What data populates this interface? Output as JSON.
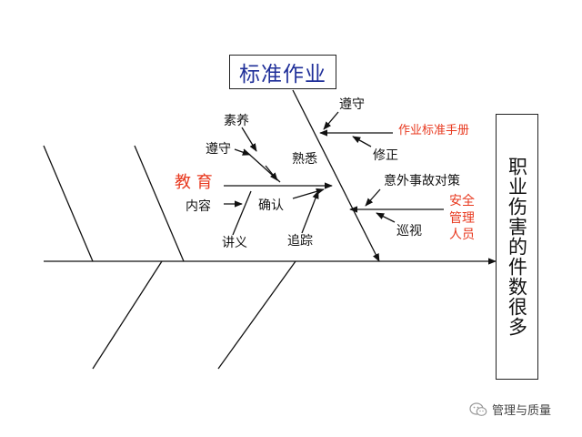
{
  "diagram": {
    "head_category": "标准作业",
    "effect": "职业伤害的件数很多",
    "causes": {
      "zunshou_top": "遵守",
      "manual": "作业标准手册",
      "xiuzheng": "修正",
      "suyang": "素养",
      "zunshou_left": "遵守",
      "shuxi": "熟悉",
      "jiaoyu": "教 育",
      "yiwai": "意外事故对策",
      "neirong": "内容",
      "queren": "确认",
      "anquan_1": "安全",
      "anquan_2": "管理",
      "anquan_3": "人员",
      "xunshi": "巡视",
      "jiangyi": "讲义",
      "zhuizong": "追踪"
    }
  },
  "watermark": {
    "text": "管理与质量",
    "icon": "wechat-icon"
  }
}
